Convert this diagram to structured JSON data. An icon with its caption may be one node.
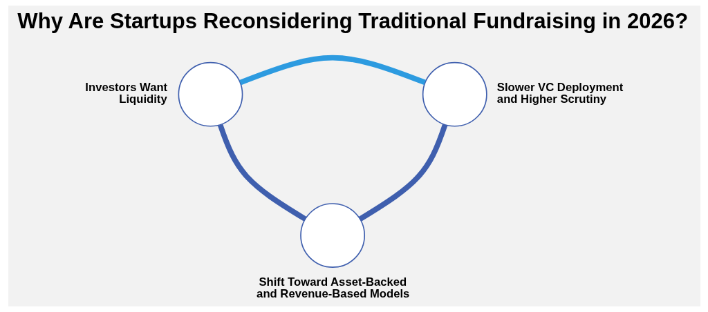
{
  "diagram": {
    "title": "Why Are Startups Reconsidering Traditional Fundraising in 2026?",
    "nodes": [
      {
        "text": [],
        "shape": "circle",
        "beside": [
          "Investors Want Liquidity"
        ]
      },
      {
        "text": [],
        "shape": "circle",
        "beside": [
          "Slower VC Deployment and Higher Scrutiny"
        ]
      },
      {
        "text": [],
        "shape": "circle",
        "beside": [
          "Shift Toward Asset-Backed and Revenue-Based Models"
        ]
      }
    ],
    "edges": [
      {
        "from": 0,
        "to": 1,
        "arrow": "none",
        "color": "#2d9be0"
      },
      {
        "from": 1,
        "to": 2,
        "arrow": "none"
      },
      {
        "from": 2,
        "to": 0,
        "arrow": "none"
      }
    ]
  }
}
